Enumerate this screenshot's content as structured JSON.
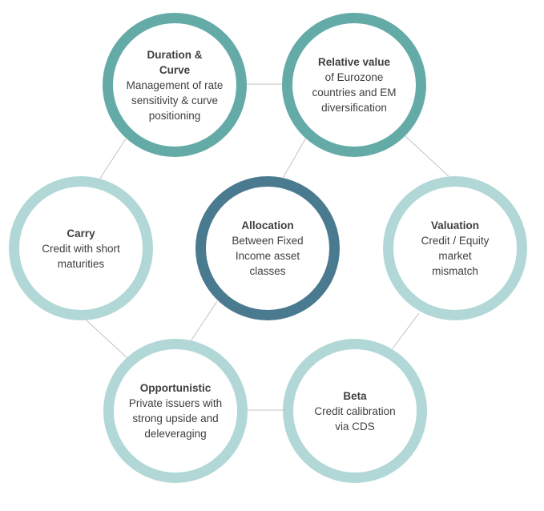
{
  "colors": {
    "dark": "#4a7a8f",
    "mid": "#64aba8",
    "light": "#b1d8d7",
    "connector": "#c3c3c3",
    "text": "#3f3f3f"
  },
  "nodes": {
    "duration": {
      "title_lines": [
        "Duration &",
        "Curve"
      ],
      "body_lines": [
        "Management of rate",
        "sensitivity & curve",
        "positioning"
      ]
    },
    "relative": {
      "title_lines": [
        "Relative value"
      ],
      "body_lines": [
        "of Eurozone",
        "countries and EM",
        "diversification"
      ]
    },
    "carry": {
      "title_lines": [
        "Carry"
      ],
      "body_lines": [
        "Credit with short",
        "maturities"
      ]
    },
    "allocation": {
      "title_lines": [
        "Allocation"
      ],
      "body_lines": [
        "Between Fixed",
        "Income asset",
        "classes"
      ]
    },
    "valuation": {
      "title_lines": [
        "Valuation"
      ],
      "body_lines": [
        "Credit / Equity",
        "market",
        "mismatch"
      ]
    },
    "opportunistic": {
      "title_lines": [
        "Opportunistic"
      ],
      "body_lines": [
        "Private issuers with",
        "strong upside and",
        "deleveraging"
      ]
    },
    "beta": {
      "title_lines": [
        "Beta"
      ],
      "body_lines": [
        "Credit calibration",
        "via CDS"
      ]
    }
  }
}
